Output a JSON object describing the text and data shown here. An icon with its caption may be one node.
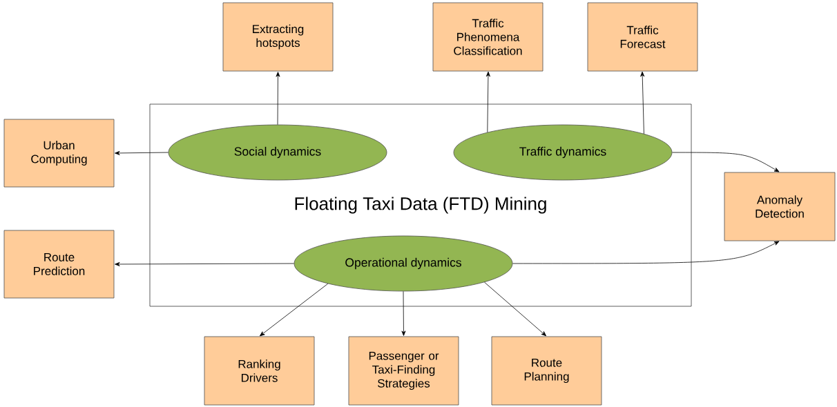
{
  "diagram": {
    "nodes": [
      {
        "text": [
          "Floating Taxi Data (FTD) Mining"
        ]
      },
      {
        "text": [
          "Social dynamics"
        ],
        "in": 0
      },
      {
        "text": [
          "Traffic dynamics"
        ],
        "in": 0
      },
      {
        "text": [
          "Operational dynamics"
        ],
        "in": 0
      },
      {
        "text": [
          "Extracting hotspots"
        ]
      },
      {
        "text": [
          "Traffic Phenomena Classification"
        ]
      },
      {
        "text": [
          "Traffic Forecast"
        ]
      },
      {
        "text": [
          "Urban Computing"
        ]
      },
      {
        "text": [
          "Anomaly Detection"
        ]
      },
      {
        "text": [
          "Route Prediction"
        ]
      },
      {
        "text": [
          "Ranking Drivers"
        ]
      },
      {
        "text": [
          "Passenger or Taxi-Finding Strategies"
        ]
      },
      {
        "text": [
          "Route Planning"
        ]
      }
    ],
    "edges": [
      {
        "from": 1,
        "to": 4,
        "arrow": "to"
      },
      {
        "from": 2,
        "to": 5,
        "arrow": "to"
      },
      {
        "from": 2,
        "to": 6,
        "arrow": "to"
      },
      {
        "from": 1,
        "to": 7,
        "arrow": "to"
      },
      {
        "from": 2,
        "to": 8,
        "arrow": "to"
      },
      {
        "from": 3,
        "to": 9,
        "arrow": "to"
      },
      {
        "from": 3,
        "to": 8,
        "arrow": "to"
      },
      {
        "from": 3,
        "to": 10,
        "arrow": "to"
      },
      {
        "from": 3,
        "to": 11,
        "arrow": "to"
      },
      {
        "from": 3,
        "to": 12,
        "arrow": "to"
      }
    ]
  }
}
